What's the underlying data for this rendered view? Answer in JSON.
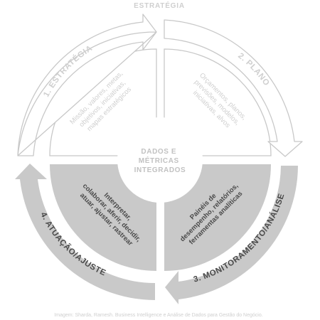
{
  "diagram": {
    "top_title": "ESTRATÉGIA",
    "center": {
      "lines": [
        "DADOS E",
        "MÉTRICAS",
        "INTEGRADOS"
      ]
    },
    "stages": [
      {
        "label": "1. ESTRATÉGIA",
        "content": [
          "Missão, valores, metas,",
          "objetivos, iniciativas,",
          "mapas estratégicos"
        ]
      },
      {
        "label": "2. PLANO",
        "content": [
          "Orçamentos, planos,",
          "previsões, modelos,",
          "iniciativas, alvos"
        ]
      },
      {
        "label": "3. MONITORAMENTO/ANÁLISE",
        "content": [
          "Painéis de",
          "desempenho, relatórios,",
          "ferramentas analíticas"
        ]
      },
      {
        "label": "4. ATUAÇÃO/AJUSTE",
        "content": [
          "Interpretar,",
          "colaborar, aferir, decidir,",
          "atuar, ajustar, rastrear"
        ]
      }
    ],
    "caption": "Imagem: Sharda, Ramesh. Business Intelligence e Análise de Dados para Gestão do Negócio.",
    "colors": {
      "light_outline": "#c8c8c8",
      "light_text": "#cfcfcf",
      "dark_fill": "#c9c9c9",
      "dark_text": "#4a4a4a",
      "center_text": "#c2c2c2"
    }
  }
}
